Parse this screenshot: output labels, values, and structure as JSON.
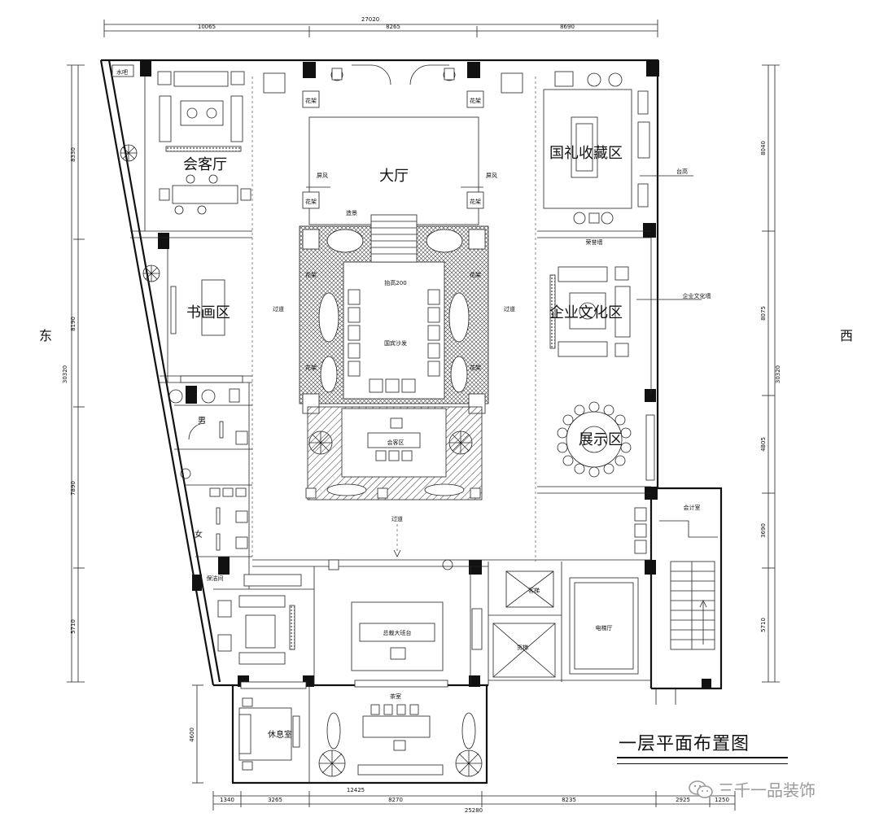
{
  "plan": {
    "title": "一层平面布置图",
    "rooms": {
      "water_bar": "水吧",
      "reception": "会客厅",
      "calligraphy": "书画区",
      "hall": "大厅",
      "gift_collection": "国礼收藏区",
      "corporate_culture": "企业文化区",
      "exhibition": "展示区",
      "vip_sofa": "国宾沙发",
      "raised": "抬高200",
      "reception_zone": "会客区",
      "male": "男",
      "female": "女",
      "janitor": "保洁间",
      "ceo_desk": "总裁大班台",
      "tea_room": "茶室",
      "rest_room": "休息室",
      "guest_elevator": "客梯",
      "freight_elevator": "货梯",
      "elevator_hall": "电梯厅",
      "accounting": "会计室"
    },
    "labels": {
      "screen_left": "屏风",
      "screen_right": "屏风",
      "landscape": "造景",
      "flower_rack": "花架",
      "corridor_left": "过道",
      "corridor_right": "过道",
      "corridor_bottom": "过道",
      "platform": "台高",
      "honor_wall": "荣誉墙",
      "culture_wall": "企业文化墙",
      "east": "东",
      "west": "西"
    },
    "dimensions": {
      "top_total": "27020",
      "top": [
        "10065",
        "8265",
        "8690"
      ],
      "bottom_inner_total": "12425",
      "bottom": [
        "1340",
        "3265",
        "8270",
        "8235",
        "2925",
        "1250"
      ],
      "bottom_total": "25280",
      "left_total": "30320",
      "left": [
        "8330",
        "8190",
        "7890",
        "5710"
      ],
      "left_extra": "4600",
      "right_total": "30320",
      "right": [
        "8040",
        "8075",
        "4805",
        "3690",
        "5710"
      ]
    }
  },
  "watermark": {
    "text": "三千一品装饰"
  }
}
